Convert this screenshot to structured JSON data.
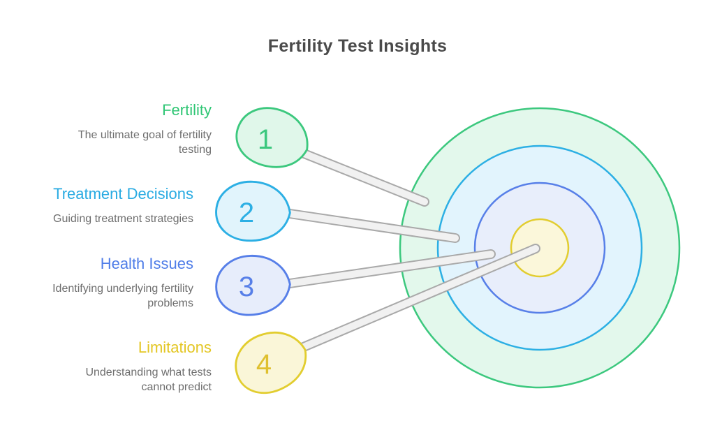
{
  "title": "Fertility Test Insights",
  "items": [
    {
      "number": "1",
      "heading": "Fertility",
      "description": "The ultimate goal of fertility\ntesting",
      "color": "#2fc674",
      "fill": "#e0f7ea",
      "lands_on": "outer-ring"
    },
    {
      "number": "2",
      "heading": "Treatment Decisions",
      "description": "Guiding treatment strategies",
      "color": "#29abe2",
      "fill": "#e1f4fc",
      "lands_on": "second-ring"
    },
    {
      "number": "3",
      "heading": "Health Issues",
      "description": "Identifying underlying fertility\nproblems",
      "color": "#4f7de8",
      "fill": "#e7edfb",
      "lands_on": "third-ring"
    },
    {
      "number": "4",
      "heading": "Limitations",
      "description": "Understanding what tests\ncannot predict",
      "color": "#e3c622",
      "fill": "#faf6d8",
      "lands_on": "bullseye"
    }
  ],
  "target": {
    "rings": [
      {
        "name": "outer-ring",
        "stroke": "#3cc87e",
        "fill": "#e3f8ec"
      },
      {
        "name": "second-ring",
        "stroke": "#2cafe4",
        "fill": "#e2f4fd"
      },
      {
        "name": "third-ring",
        "stroke": "#577fe8",
        "fill": "#e8eefb"
      },
      {
        "name": "bullseye",
        "stroke": "#e2cd2f",
        "fill": "#fbf7da"
      }
    ]
  },
  "pin": {
    "fill": "#f1f1f1",
    "border": "#a9a9a9"
  },
  "title_color": "#4a4a4a",
  "description_color": "#6e6e6e"
}
